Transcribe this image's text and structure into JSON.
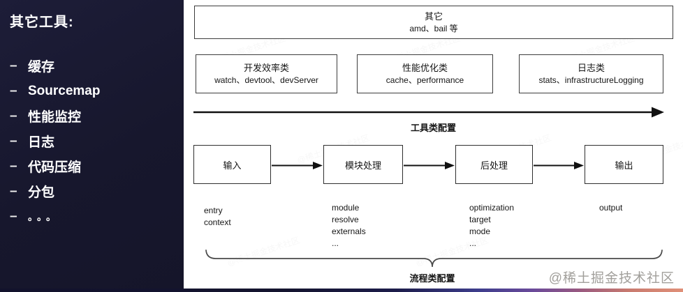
{
  "sidebar": {
    "title": "其它工具:",
    "bullet": "–",
    "items": [
      {
        "label": "缓存"
      },
      {
        "label": "Sourcemap"
      },
      {
        "label": "性能监控"
      },
      {
        "label": "日志"
      },
      {
        "label": "代码压缩"
      },
      {
        "label": "分包"
      },
      {
        "label": "。。。"
      }
    ]
  },
  "diagram": {
    "other_box": {
      "title": "其它",
      "sub": "amd、bail 等"
    },
    "category_boxes": [
      {
        "title": "开发效率类",
        "sub": "watch、devtool、devServer"
      },
      {
        "title": "性能优化类",
        "sub": "cache、performance"
      },
      {
        "title": "日志类",
        "sub": "stats、infrastructureLogging"
      }
    ],
    "tools_arrow_label": "工具类配置",
    "flow_boxes": [
      {
        "label": "输入",
        "details": [
          "entry",
          "context"
        ]
      },
      {
        "label": "模块处理",
        "details": [
          "module",
          "resolve",
          "externals",
          "..."
        ]
      },
      {
        "label": "后处理",
        "details": [
          "optimization",
          "target",
          "mode",
          "..."
        ]
      },
      {
        "label": "输出",
        "details": [
          "output"
        ]
      }
    ],
    "process_brace_label": "流程类配置"
  },
  "watermark": {
    "text": "@稀土掘金技术社区"
  },
  "colors": {
    "sidebar_bg": "#17172d",
    "box_border": "#3c3c3c",
    "arrow": "#111111",
    "accent_gradient": [
      "#12122c",
      "#3d3d8c",
      "#9a5a80",
      "#e09078"
    ]
  }
}
